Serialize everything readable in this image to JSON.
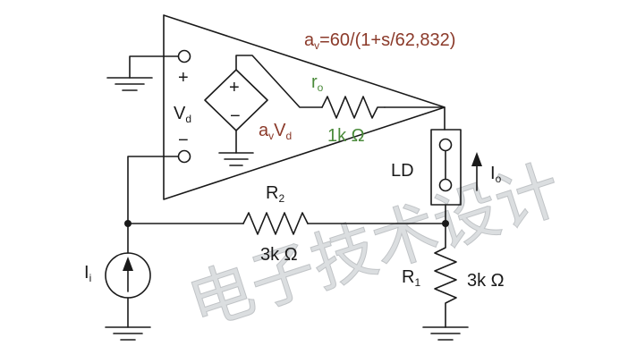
{
  "labels": {
    "gain_prefix": "a",
    "gain_sub": "v",
    "gain_formula": "=60/(1+s/62,832)",
    "plus": "+",
    "minus": "−",
    "vd_main": "V",
    "vd_sub": "d",
    "src_plus": "+",
    "src_minus": "−",
    "avvd_a": "a",
    "avvd_v_sub": "v",
    "avvd_V": "V",
    "avvd_d_sub": "d",
    "ro_main": "r",
    "ro_sub": "o",
    "ro_value": "1k Ω",
    "ld": "LD",
    "io_main": "I",
    "io_sub": "o",
    "r2_main": "R",
    "r2_sub": "2",
    "r2_value": "3k Ω",
    "r1_main": "R",
    "r1_sub": "1",
    "r1_value": "3k Ω",
    "ii_main": "I",
    "ii_sub": "i"
  },
  "watermark": "电子技术设计",
  "colors": {
    "wire": "#1a1a1a",
    "gain_formula": "#8b3a2a",
    "avvd": "#8b3a2a",
    "ro": "#4a8a3a",
    "watermark": "#bfc4c8"
  }
}
